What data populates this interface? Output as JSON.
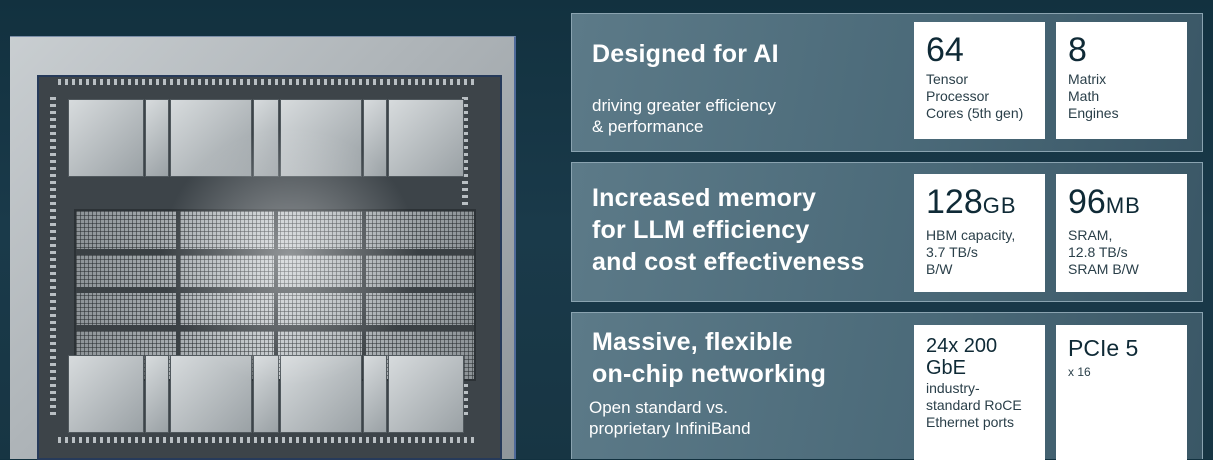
{
  "panels": [
    {
      "heading_lines": [
        "Designed for AI"
      ],
      "subtitle_lines": [
        "driving greater efficiency",
        "& performance"
      ],
      "cards": [
        {
          "value": "64",
          "unit": "",
          "desc_lines": [
            "Tensor",
            "Processor",
            "Cores (5th gen)"
          ]
        },
        {
          "value": "8",
          "unit": "",
          "desc_lines": [
            "Matrix",
            "Math",
            "Engines"
          ]
        }
      ]
    },
    {
      "heading_lines": [
        "Increased memory",
        "for LLM efficiency",
        "and cost effectiveness"
      ],
      "subtitle_lines": [],
      "cards": [
        {
          "value": "128",
          "unit": "GB",
          "desc_lines": [
            "HBM capacity,",
            "3.7 TB/s",
            "B/W"
          ]
        },
        {
          "value": "96",
          "unit": "MB",
          "desc_lines": [
            "SRAM,",
            "12.8 TB/s",
            "SRAM B/W"
          ]
        }
      ]
    },
    {
      "heading_lines": [
        "Massive, flexible",
        "on-chip networking"
      ],
      "subtitle_lines": [
        "Open standard vs.",
        "proprietary InfiniBand"
      ],
      "cards": [
        {
          "value_lines": [
            "24x 200",
            "GbE"
          ],
          "desc_lines": [
            "industry-",
            "standard RoCE",
            "Ethernet ports"
          ]
        },
        {
          "value": "PCIe 5",
          "unit": "",
          "desc_lines": [
            "x 16"
          ]
        }
      ]
    }
  ]
}
